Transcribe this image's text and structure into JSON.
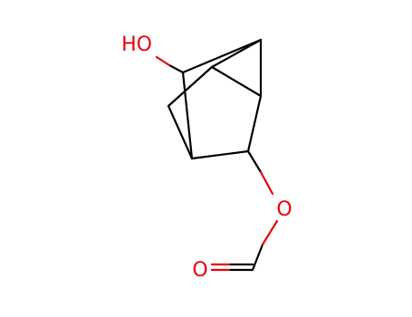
{
  "labels": {
    "hydroxyl": "HO",
    "ester_oxygen": "O",
    "carbonyl_oxygen": "O"
  },
  "colors": {
    "bond": "#000000",
    "heteroatom": "#e8000b",
    "background": "#ffffff"
  }
}
